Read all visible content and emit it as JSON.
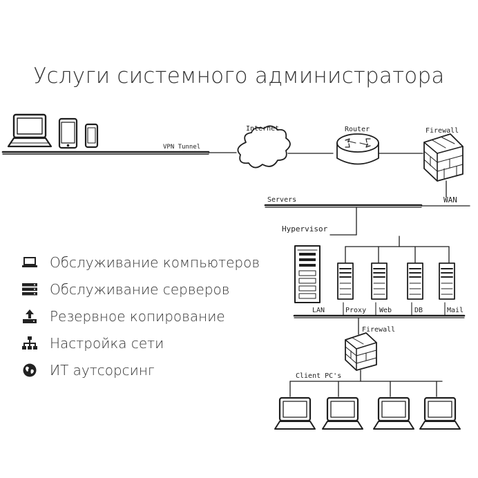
{
  "title": "Услуги системного администратора",
  "services": [
    {
      "label": "Обслуживание компьютеров",
      "icon": "laptop-icon"
    },
    {
      "label": "Обслуживание серверов",
      "icon": "server-icon"
    },
    {
      "label": "Резервное копирование",
      "icon": "upload-icon"
    },
    {
      "label": "Настройка сети",
      "icon": "network-icon"
    },
    {
      "label": "ИТ аутсорсинг",
      "icon": "globe-icon"
    }
  ],
  "diagram": {
    "vpn_label": "VPN Tunnel",
    "internet_label": "Internet",
    "router_label": "Router",
    "firewall_top_label": "Firewall",
    "wan_label": "WAN",
    "servers_label": "Servers",
    "hypervisor_label": "Hypervisor",
    "server_labels": [
      "LAN",
      "Proxy",
      "Web",
      "DB",
      "Mail"
    ],
    "firewall_bottom_label": "Firewall",
    "client_label": "Client PC's"
  },
  "colors": {
    "ink": "#1e1e1e",
    "text": "#333333"
  }
}
